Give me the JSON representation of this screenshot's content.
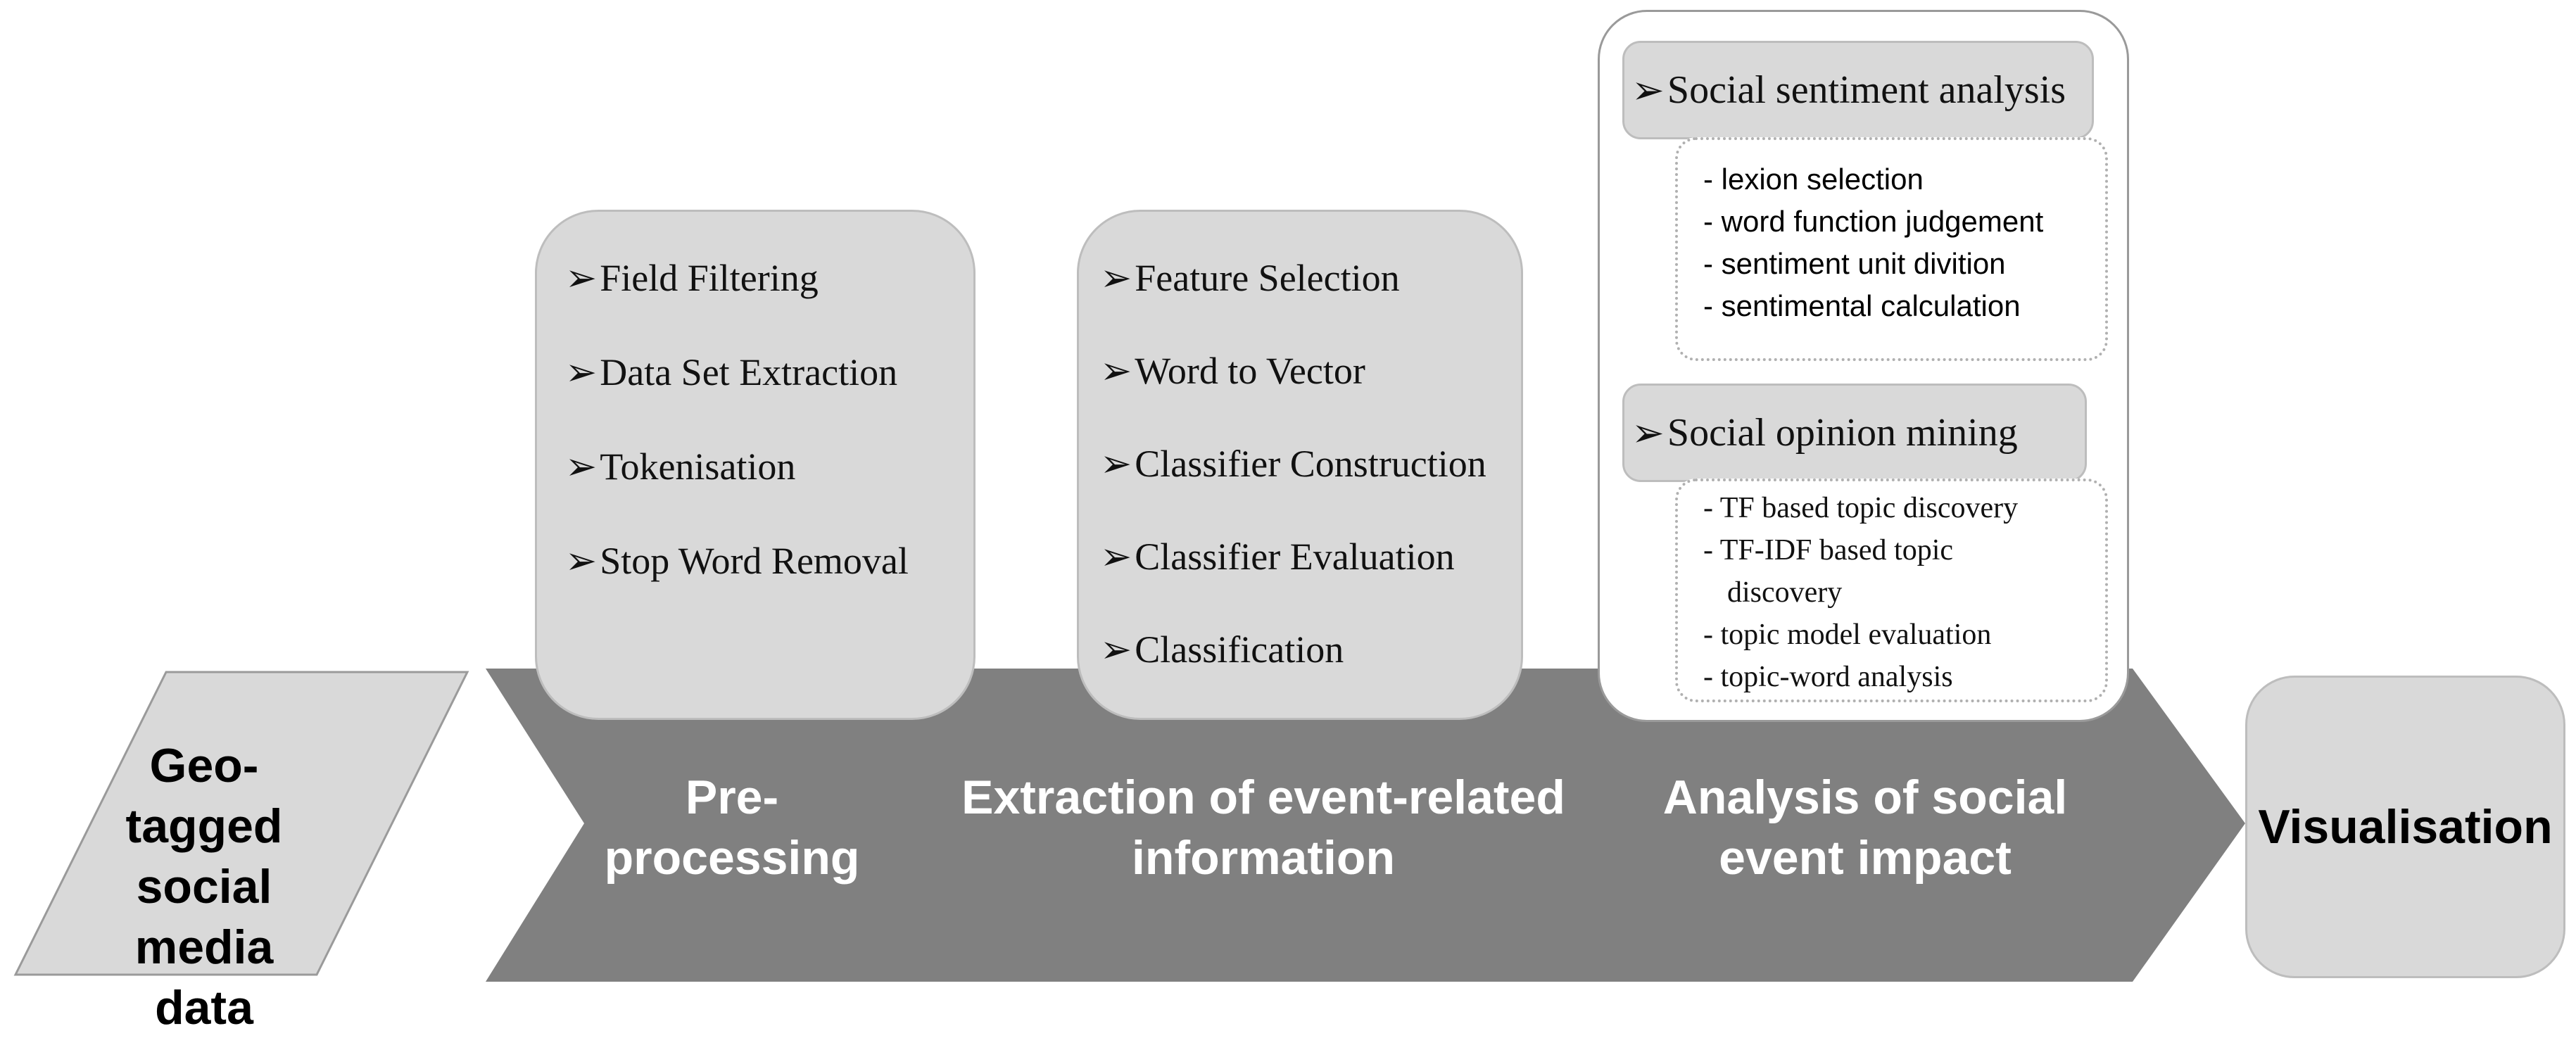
{
  "input": {
    "label": "Geo-tagged social media data"
  },
  "stages": [
    {
      "label": "Pre-processing",
      "steps": [
        "Field Filtering",
        "Data Set Extraction",
        "Tokenisation",
        "Stop Word Removal"
      ]
    },
    {
      "label": "Extraction of event-related information",
      "steps": [
        "Feature Selection",
        "Word to Vector",
        "Classifier Construction",
        "Classifier Evaluation",
        "Classification"
      ]
    },
    {
      "label": "Analysis of social event impact",
      "groups": [
        {
          "title": "Social sentiment analysis",
          "items": [
            "- lexion selection",
            "- word function judgement",
            "- sentiment unit divition",
            "- sentimental calculation"
          ]
        },
        {
          "title": "Social opinion mining",
          "items": [
            "- TF based topic discovery",
            "- TF-IDF based topic",
            "discovery",
            "- topic model evaluation",
            "- topic-word analysis"
          ]
        }
      ]
    }
  ],
  "output": {
    "label": "Visualisation"
  },
  "colors": {
    "arrow": "#808080",
    "box_fill": "#d9d9d9",
    "stage_text": "#ffffff"
  },
  "icons": {
    "bullet": "➢"
  }
}
